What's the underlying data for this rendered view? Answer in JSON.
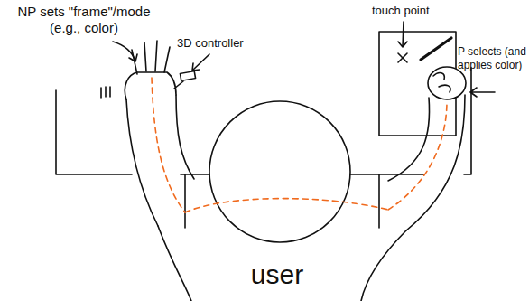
{
  "diagram": {
    "labels": [
      "NP sets \"frame\"/mode (e.g., color)",
      "3D controller",
      "touch point",
      "P selects (and applies color)",
      "user"
    ]
  }
}
